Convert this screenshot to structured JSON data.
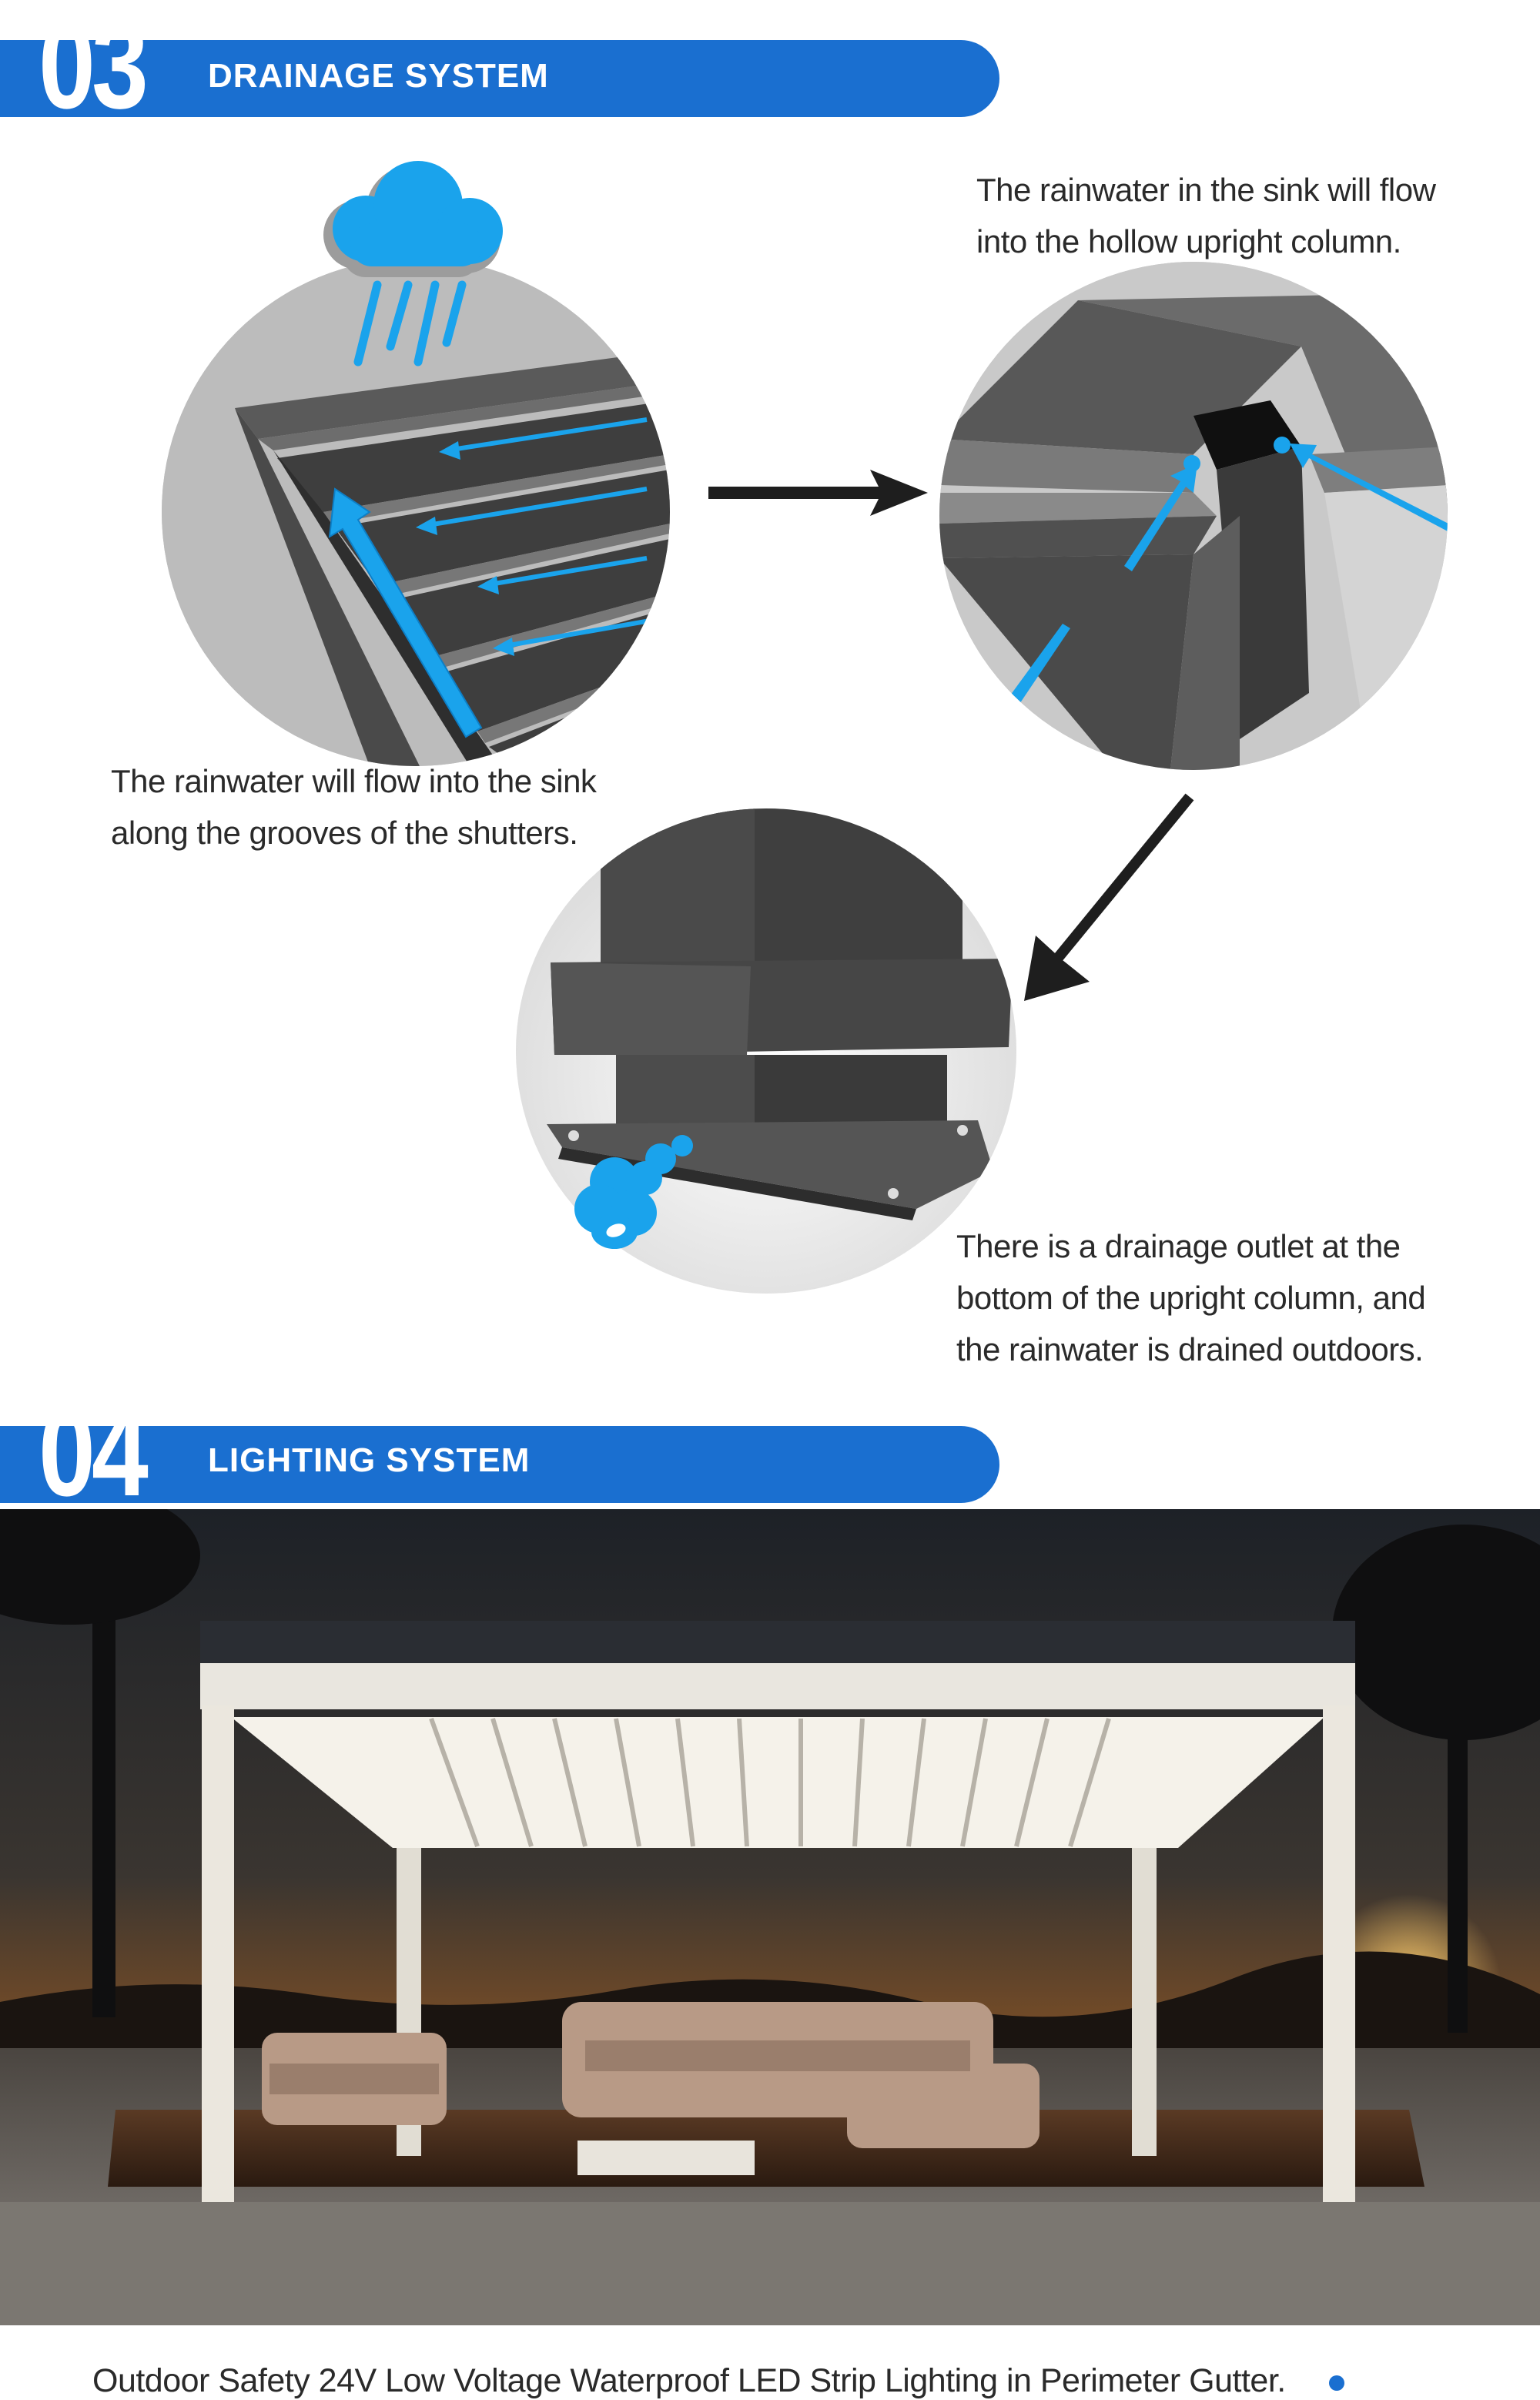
{
  "sections": [
    {
      "number": "03",
      "title": "DRAINAGE SYSTEM"
    },
    {
      "number": "04",
      "title": "LIGHTING SYSTEM"
    }
  ],
  "drainage": {
    "caption_sink_column": [
      "The rainwater in the sink will flow",
      "into the hollow upright column."
    ],
    "caption_grooves": [
      "The rainwater will flow into the sink",
      "along the grooves of the shutters."
    ],
    "caption_outlet": [
      "There is a drainage outlet at the",
      "bottom of the upright column, and",
      "the rainwater is drained outdoors."
    ]
  },
  "lighting": {
    "caption": "Outdoor Safety 24V Low Voltage Waterproof LED Strip Lighting in Perimeter Gutter."
  },
  "colors": {
    "brand_blue": "#1a6fd0",
    "water_blue": "#1aa3ec",
    "aluminium_grey": "#4a4a4a"
  },
  "icons": [
    "rain-cloud-icon",
    "arrow-right-icon",
    "arrow-down-left-icon",
    "water-splash-icon",
    "bullet-dot-icon"
  ]
}
